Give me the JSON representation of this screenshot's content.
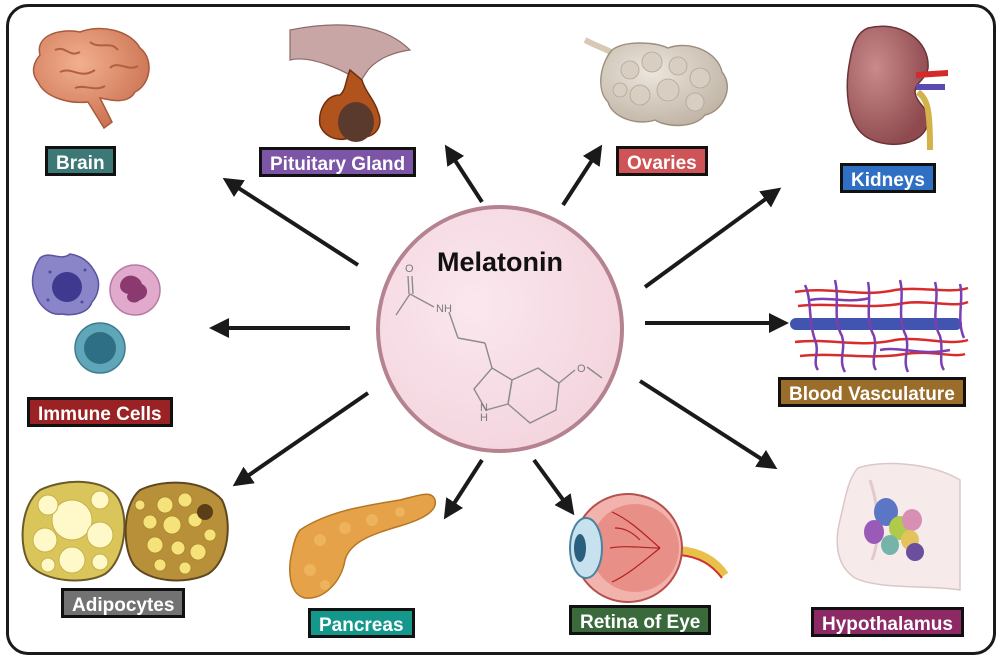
{
  "center": {
    "title": "Melatonin",
    "structure_labels": {
      "oxygen_top": "O",
      "amide_nh": "NH",
      "ring_nh": "N\nH",
      "methoxy_o": "O"
    }
  },
  "targets": [
    {
      "id": "brain",
      "label": "Brain",
      "color": "#3b7876",
      "icon": "brain-icon"
    },
    {
      "id": "pituitary",
      "label": "Pituitary Gland",
      "color": "#7d55a6",
      "icon": "pituitary-gland-icon"
    },
    {
      "id": "ovaries",
      "label": "Ovaries",
      "color": "#cf5457",
      "icon": "ovary-icon"
    },
    {
      "id": "kidneys",
      "label": "Kidneys",
      "color": "#2f70c4",
      "icon": "kidney-icon"
    },
    {
      "id": "immune",
      "label": "Immune Cells",
      "color": "#9b2224",
      "icon": "immune-cells-icon"
    },
    {
      "id": "blood",
      "label": "Blood Vasculature",
      "color": "#9a6d2a",
      "icon": "blood-vessels-icon"
    },
    {
      "id": "adipocytes",
      "label": "Adipocytes",
      "color": "#727272",
      "icon": "adipocytes-icon"
    },
    {
      "id": "pancreas",
      "label": "Pancreas",
      "color": "#14988c",
      "icon": "pancreas-icon"
    },
    {
      "id": "retina",
      "label": "Retina of Eye",
      "color": "#3a6a3c",
      "icon": "eye-icon"
    },
    {
      "id": "hypothalamus",
      "label": "Hypothalamus",
      "color": "#8d2a66",
      "icon": "hypothalamus-icon"
    }
  ]
}
